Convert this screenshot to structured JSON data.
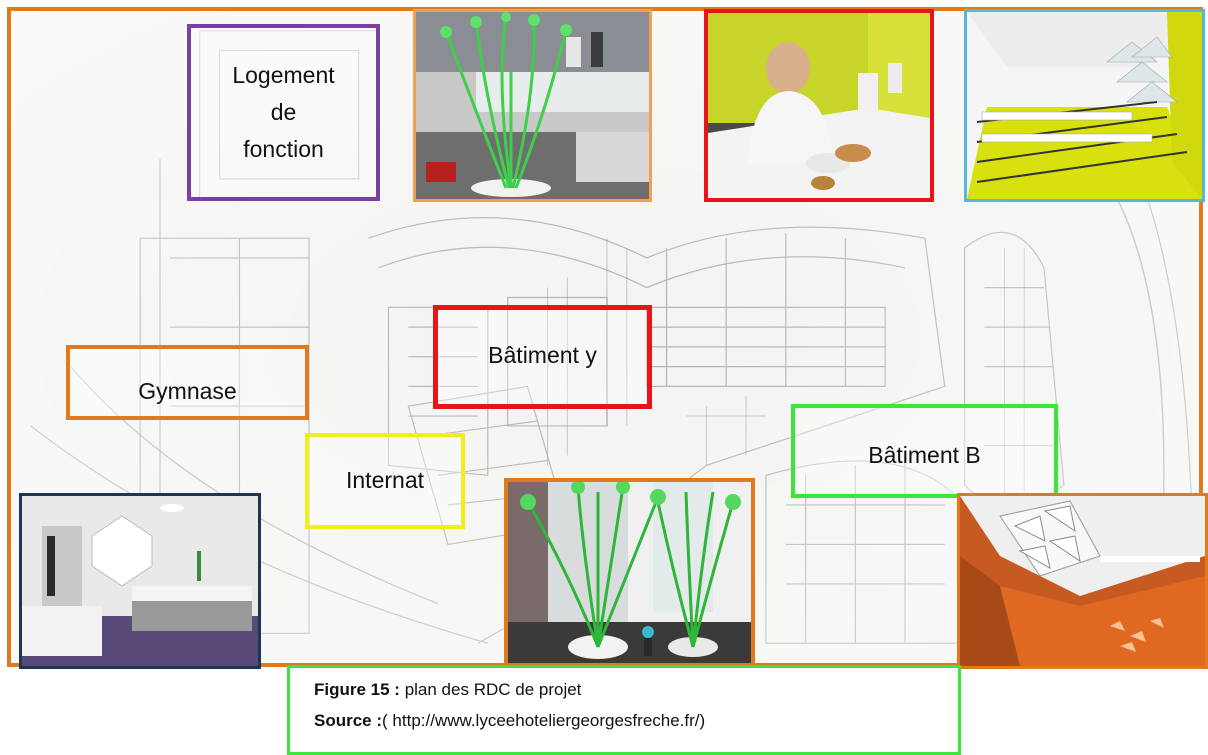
{
  "labels": {
    "logement": [
      "Logement",
      "de",
      "fonction"
    ],
    "batiment_y": "Bâtiment y",
    "gymnase": "Gymnase",
    "internat": "Internat",
    "batiment_b": "Bâtiment B"
  },
  "caption": {
    "figure_label": "Figure 15 :",
    "figure_text": " plan des RDC de projet",
    "source_label": "Source :",
    "source_text": "( http://www.lyceehoteliergeorgesfreche.fr/)"
  },
  "colors": {
    "frame": "#e07a1a",
    "purple": "#7b3fa0",
    "red": "#e8141a",
    "orange": "#e07a1a",
    "yellow": "#f2ee17",
    "green": "#39e639",
    "navy": "#1e3554",
    "light_orange": "#f0a050",
    "cyan": "#55b8d6"
  }
}
